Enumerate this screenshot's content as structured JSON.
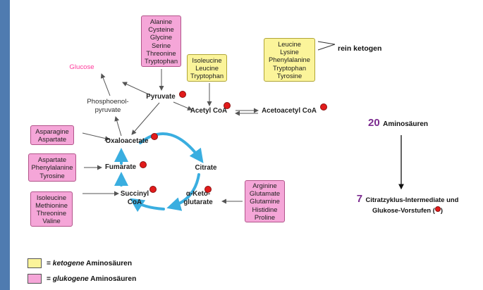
{
  "colors": {
    "glucogenic_box": "#f5a6d8",
    "ketogenic_box": "#fbf49a",
    "dot": "#e21b1b",
    "cycle_arrow": "#3aaee0",
    "glucose_text": "#ff3b9c",
    "big_number": "#7b2a8f"
  },
  "boxes": {
    "top_glucogenic": [
      "Alanine",
      "Cysteine",
      "Glycine",
      "Serine",
      "Threonine",
      "Tryptophan"
    ],
    "mixed_top": [
      "Isoleucine",
      "Leucine",
      "Tryptophan"
    ],
    "ketogenic": [
      "Leucine",
      "Lysine",
      "Phenylalanine",
      "Tryptophan",
      "Tyrosine"
    ],
    "to_oxaloacetate": [
      "Asparagine",
      "Aspartate"
    ],
    "to_fumarate": [
      "Aspartate",
      "Phenylalanine",
      "Tyrosine"
    ],
    "to_succinyl": [
      "Isoleucine",
      "Methionine",
      "Threonine",
      "Valine"
    ],
    "to_ketoglutarate": [
      "Arginine",
      "Glutamate",
      "Glutamine",
      "Histidine",
      "Proline"
    ]
  },
  "nodes": {
    "glucose": "Glucose",
    "pep": "Phosphoenol-\npyruvate",
    "pyruvate": "Pyruvate",
    "acetyl_coa": "Acetyl CoA",
    "acetoacetyl_coa": "Acetoacetyl CoA",
    "oxaloacetate": "Oxaloacetate",
    "citrate": "Citrate",
    "fumarate": "Fumarate",
    "succinyl_coa": "Succinyl\nCoA",
    "ketoglutarate": "α-Keto-\nglutarate"
  },
  "labels": {
    "rein_ketogen": "rein ketogen",
    "count_number": "20",
    "count_text": "Aminosäuren",
    "result_number": "7",
    "result_line1": "Citratzyklus-Intermediate und",
    "result_line2": "Glukose-Vorstufen (",
    "result_close": ")"
  },
  "legend": {
    "ketogen_prefix": "= ",
    "ketogen_word": "ketogene",
    "ketogen_suffix": " Aminosäuren",
    "glukogen_prefix": "= ",
    "glukogen_word": "glukogene",
    "glukogen_suffix": " Aminosäuren"
  }
}
